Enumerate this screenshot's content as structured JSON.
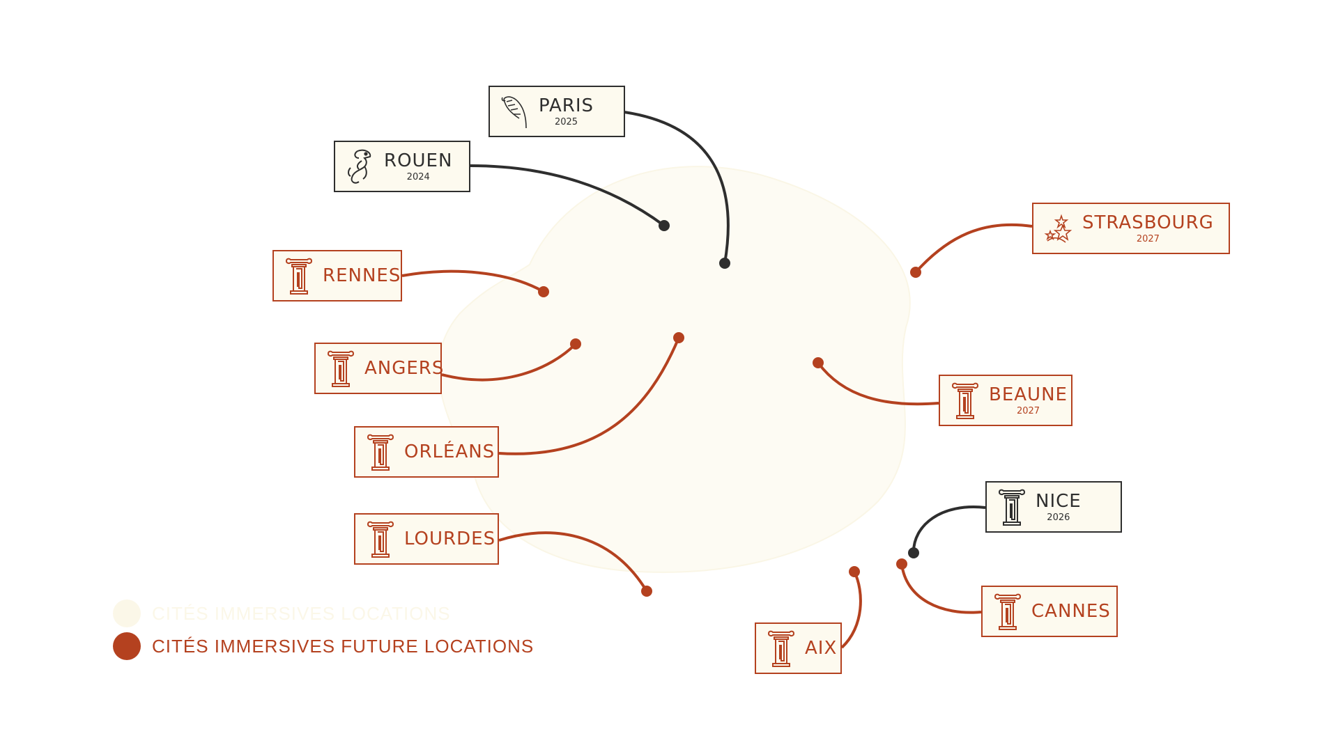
{
  "colors": {
    "open": "#2e2e2e",
    "future": "#b4411f",
    "card_bg": "#fdfaef",
    "faded": "#fbf7e8"
  },
  "legend": [
    {
      "label": "CITÉS IMMERSIVES LOCATIONS",
      "color": "#fbf7e8"
    },
    {
      "label": "CITÉS IMMERSIVES FUTURE LOCATIONS",
      "color": "#b4411f"
    }
  ],
  "cities": [
    {
      "id": "paris",
      "name": "PARIS",
      "year": "2025",
      "status": "open",
      "icon": "feather-quill-icon"
    },
    {
      "id": "rouen",
      "name": "ROUEN",
      "year": "2024",
      "status": "open",
      "icon": "dragon-icon"
    },
    {
      "id": "rennes",
      "name": "RENNES",
      "year": "",
      "status": "future",
      "icon": "column-icon"
    },
    {
      "id": "angers",
      "name": "ANGERS",
      "year": "",
      "status": "future",
      "icon": "column-icon"
    },
    {
      "id": "orleans",
      "name": "ORLÉANS",
      "year": "",
      "status": "future",
      "icon": "column-icon"
    },
    {
      "id": "lourdes",
      "name": "LOURDES",
      "year": "",
      "status": "future",
      "icon": "column-icon"
    },
    {
      "id": "strasbourg",
      "name": "STRASBOURG",
      "year": "2027",
      "status": "future",
      "icon": "stars-icon"
    },
    {
      "id": "beaune",
      "name": "BEAUNE",
      "year": "2027",
      "status": "future",
      "icon": "column-icon"
    },
    {
      "id": "nice",
      "name": "NICE",
      "year": "2026",
      "status": "open",
      "icon": "column-icon"
    },
    {
      "id": "cannes",
      "name": "CANNES",
      "year": "",
      "status": "future",
      "icon": "column-icon"
    },
    {
      "id": "aix",
      "name": "AIX",
      "year": "",
      "status": "future",
      "icon": "column-icon"
    }
  ]
}
